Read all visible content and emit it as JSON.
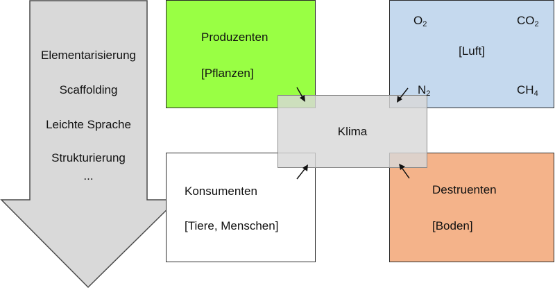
{
  "colors": {
    "arrow_fill": "#d9d9d9",
    "arrow_stroke": "#4a4a4a",
    "produzenten_fill": "#99ff44",
    "luft_fill": "#c5d9ee",
    "klima_fill": "#d8d8d8",
    "konsumenten_fill": "#ffffff",
    "destruenten_fill": "#f4b38a",
    "box_stroke": "#2b2b2b"
  },
  "down_arrow": {
    "items": [
      "Elementarisierung",
      "Scaffolding",
      "Leichte Sprache",
      "Strukturierung",
      "..."
    ]
  },
  "produzenten": {
    "title": "Produzenten",
    "subtitle": "[Pflanzen]"
  },
  "luft": {
    "label": "[Luft]",
    "o2": {
      "base": "O",
      "sub": "2"
    },
    "co2": {
      "base": "CO",
      "sub": "2"
    },
    "n2": {
      "base": "N",
      "sub": "2"
    },
    "ch4": {
      "base": "CH",
      "sub": "4"
    }
  },
  "klima": {
    "label": "Klima"
  },
  "konsumenten": {
    "title": "Konsumenten",
    "subtitle": "[Tiere, Menschen]"
  },
  "destruenten": {
    "title": "Destruenten",
    "subtitle": "[Boden]"
  }
}
